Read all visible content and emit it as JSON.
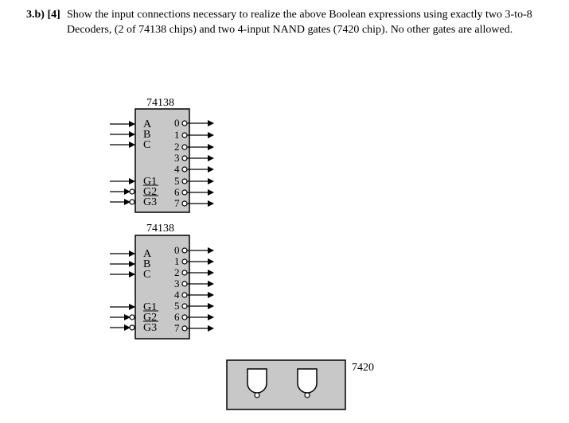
{
  "question": {
    "label": "3.b) [4]",
    "text": "Show the input connections necessary to realize the above Boolean expressions using exactly two 3-to-8 Decoders, (2 of 74138 chips) and two 4-input NAND gates (7420 chip). No other gates are allowed."
  },
  "decoders": [
    {
      "title": "74138",
      "inputs": [
        "A",
        "B",
        "C"
      ],
      "enables": [
        "G1",
        "G2",
        "G3"
      ],
      "outputs": [
        "0",
        "1",
        "2",
        "3",
        "4",
        "5",
        "6",
        "7"
      ]
    },
    {
      "title": "74138",
      "inputs": [
        "A",
        "B",
        "C"
      ],
      "enables": [
        "G1",
        "G2",
        "G3"
      ],
      "outputs": [
        "0",
        "1",
        "2",
        "3",
        "4",
        "5",
        "6",
        "7"
      ]
    }
  ],
  "nand_chip": {
    "label": "7420"
  },
  "colors": {
    "chip_fill": "#c8c8c8",
    "line": "#000000",
    "background": "#ffffff"
  }
}
